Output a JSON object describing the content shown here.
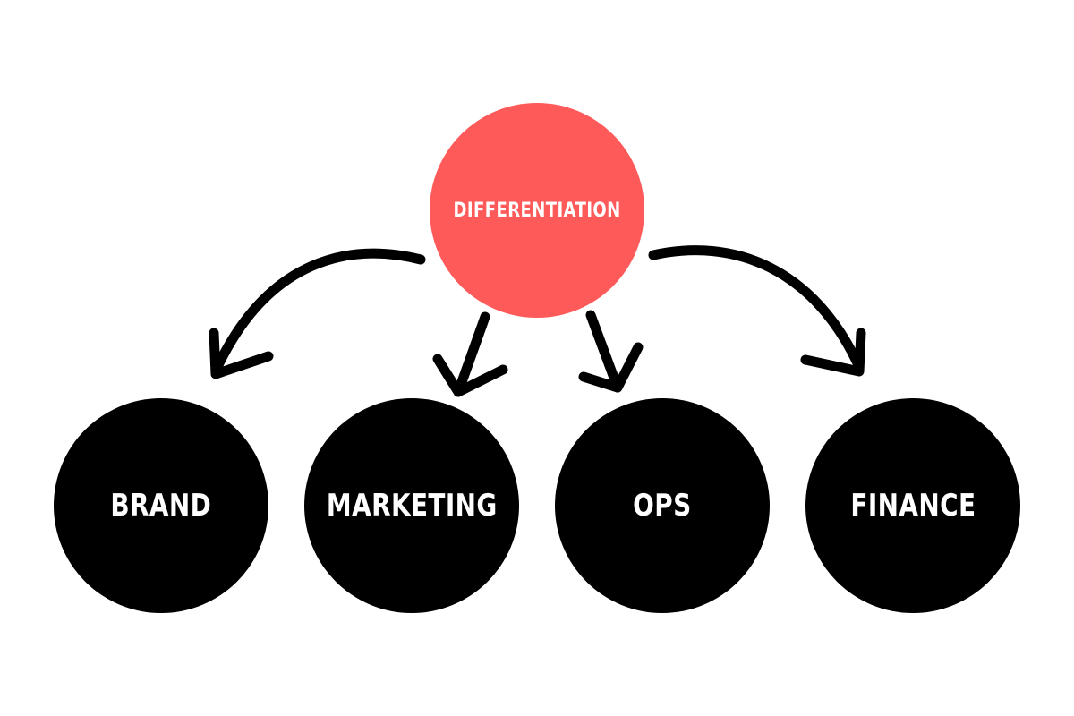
{
  "diagram": {
    "root": {
      "label": "DIFFERENTIATION",
      "color": "#ff5a5a"
    },
    "children": [
      {
        "label": "BRAND"
      },
      {
        "label": "MARKETING"
      },
      {
        "label": "OPS"
      },
      {
        "label": "FINANCE"
      }
    ],
    "colors": {
      "child": "#000000",
      "arrow": "#000000",
      "text": "#ffffff",
      "background": "#ffffff"
    }
  }
}
